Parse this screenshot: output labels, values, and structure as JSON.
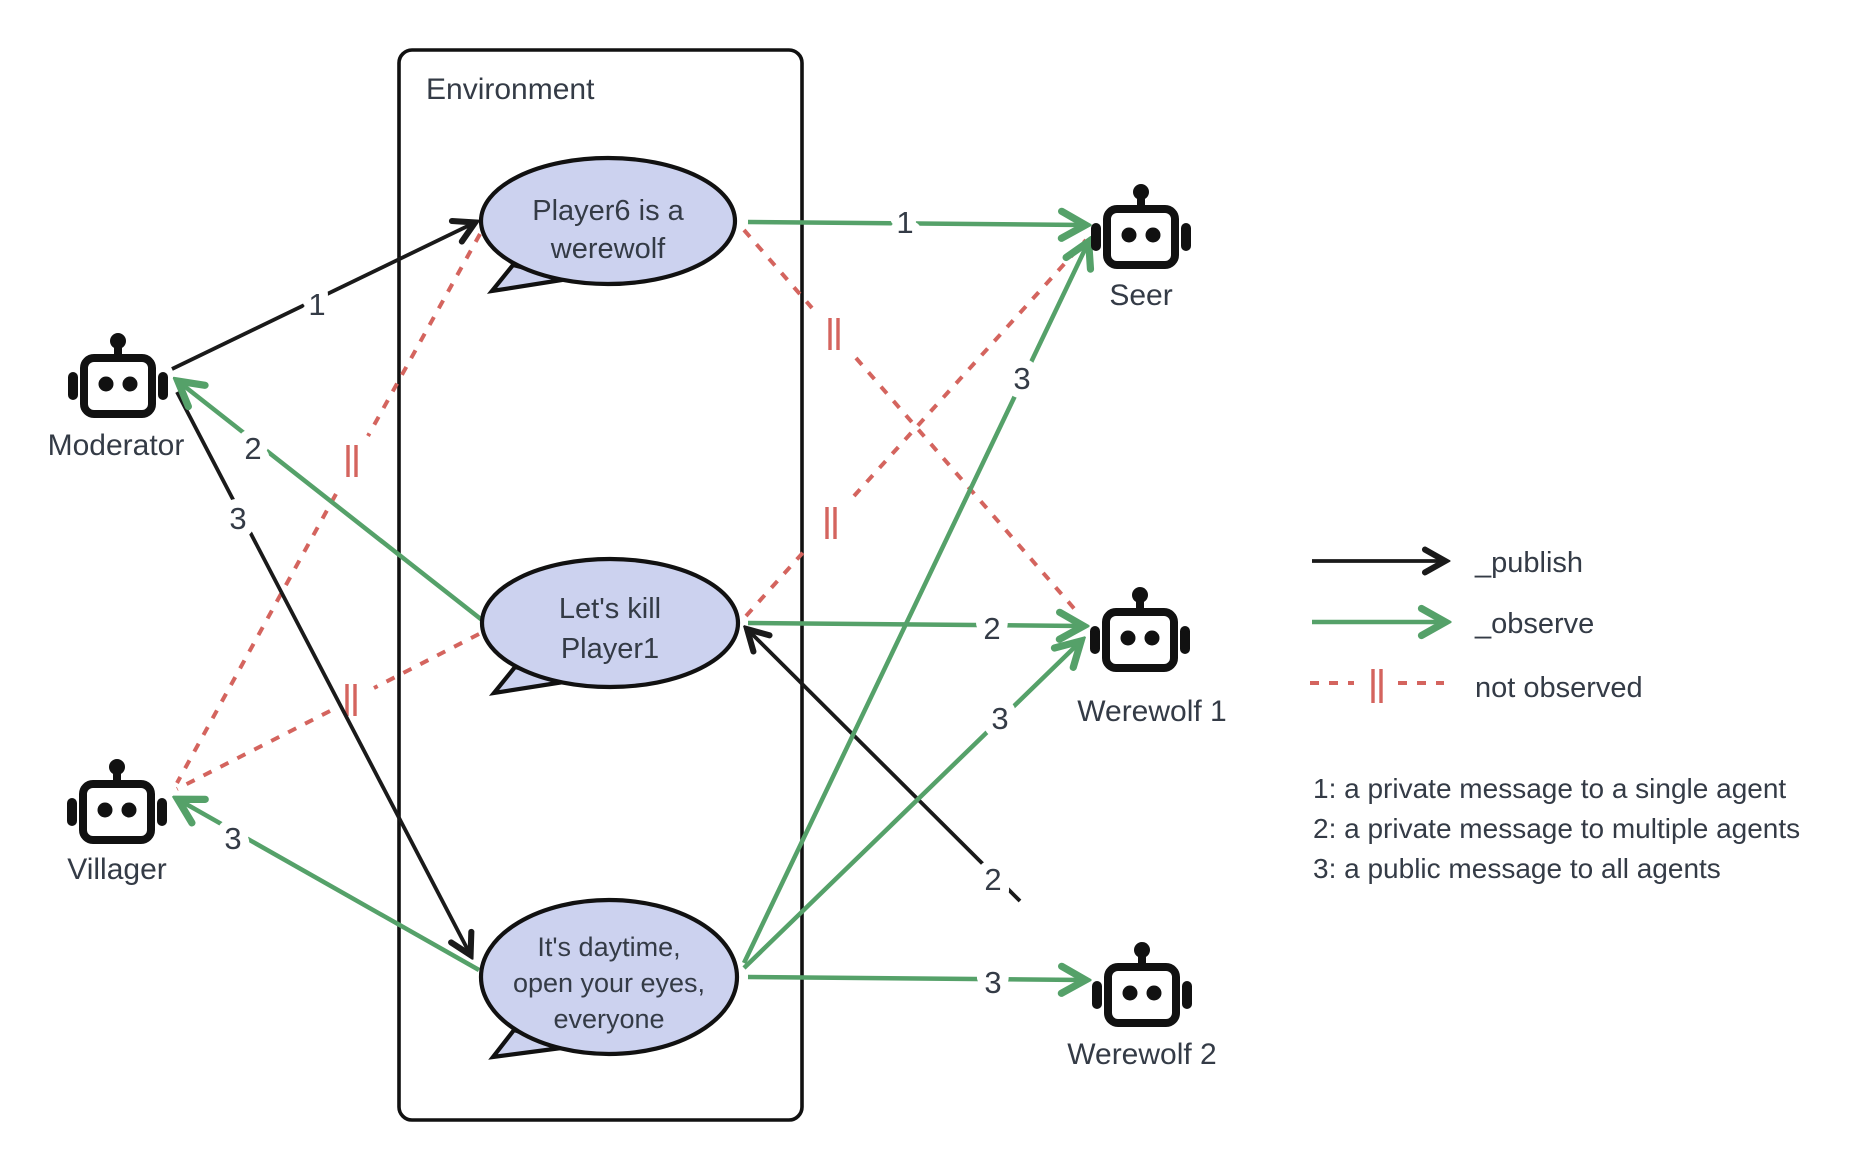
{
  "environment": {
    "title": "Environment"
  },
  "agents": [
    {
      "id": "moderator",
      "label": "Moderator",
      "icon": "robot-icon"
    },
    {
      "id": "villager",
      "label": "Villager",
      "icon": "robot-icon"
    },
    {
      "id": "seer",
      "label": "Seer",
      "icon": "robot-icon"
    },
    {
      "id": "werewolf1",
      "label": "Werewolf 1",
      "icon": "robot-icon"
    },
    {
      "id": "werewolf2",
      "label": "Werewolf 2",
      "icon": "robot-icon"
    }
  ],
  "messages": [
    {
      "id": "msg1",
      "lines": [
        "Player6 is a",
        "werewolf"
      ]
    },
    {
      "id": "msg2",
      "lines": [
        "Let's kill",
        "Player1"
      ]
    },
    {
      "id": "msg3",
      "lines": [
        "It's daytime,",
        "open your eyes,",
        "everyone"
      ]
    }
  ],
  "edge_labels": {
    "moderator_publish_msg1": "1",
    "moderator_observe_msg2": "2",
    "moderator_publish_msg3": "3",
    "villager_observe_msg3": "3",
    "seer_observe_msg1": "1",
    "seer_observe_msg3": "3",
    "werewolf1_observe_msg2": "2",
    "werewolf1_observe_msg3": "3",
    "werewolf2_publish_msg2": "2",
    "werewolf2_observe_msg3": "3"
  },
  "legend": {
    "publish_label": "_publish",
    "observe_label": "_observe",
    "not_observed_label": "not observed"
  },
  "notes": [
    "1: a private message to a single agent",
    "2: a private message to multiple agents",
    "3: a public message to all agents"
  ],
  "colors": {
    "publish": "#1a1a1a",
    "observe": "#55a169",
    "not_observed": "#d4645e",
    "bubble_fill": "#ccd2ef",
    "text": "#343b46"
  }
}
